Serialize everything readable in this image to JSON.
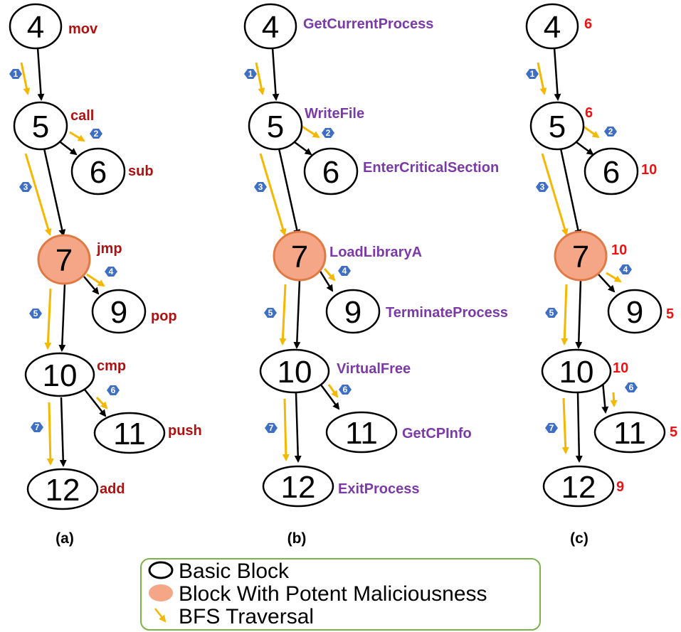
{
  "panels": [
    {
      "caption": "(a)",
      "labels": {
        "n4": "mov",
        "n5": "call",
        "n6": "sub",
        "n7": "jmp",
        "n9": "pop",
        "n10": "cmp",
        "n11": "push",
        "n12": "add"
      }
    },
    {
      "caption": "(b)",
      "labels": {
        "n4": "GetCurrentProcess",
        "n5": "WriteFile",
        "n6": "EnterCriticalSection",
        "n7": "LoadLibraryA",
        "n9": "TerminateProcess",
        "n10": "VirtualFree",
        "n11": "GetCPInfo",
        "n12": "ExitProcess"
      }
    },
    {
      "caption": "(c)",
      "labels": {
        "n4": "6",
        "n5": "6",
        "n6": "10",
        "n7": "10",
        "n9": "5",
        "n10": "10",
        "n11": "5",
        "n12": "9"
      }
    }
  ],
  "nodes": {
    "n4": "4",
    "n5": "5",
    "n6": "6",
    "n7": "7",
    "n9": "9",
    "n10": "10",
    "n11": "11",
    "n12": "12"
  },
  "steps": [
    "1",
    "2",
    "3",
    "4",
    "5",
    "6",
    "7"
  ],
  "legend": {
    "basic_block": "Basic Block",
    "malicious_block": "Block With Potent Maliciousness",
    "bfs_traversal": "BFS Traversal"
  },
  "colors": {
    "malicious_fill": "#f4a686",
    "malicious_stroke": "#e07a45",
    "traversal_arrow": "#f5b800",
    "step_badge": "#3f6fc4",
    "label_a": "#b01010",
    "label_b": "#7b3aa8",
    "label_c": "#ee1111"
  }
}
